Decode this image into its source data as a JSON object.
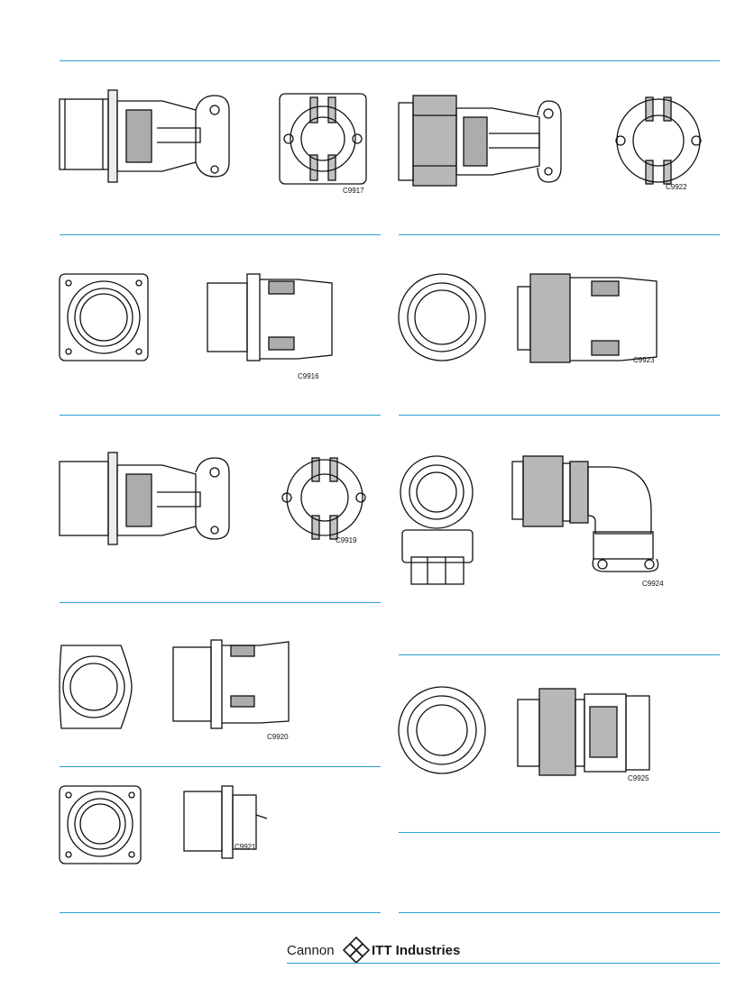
{
  "drawings": {
    "d1": {
      "code": "C9917",
      "alt": "cable clamp connector side view"
    },
    "d2": {
      "code": "C9922",
      "alt": "cable clamp plug side view"
    },
    "d3": {
      "code": "C9916",
      "alt": "square flange receptacle"
    },
    "d4": {
      "code": "C9923",
      "alt": "straight plug"
    },
    "d5": {
      "code": "C9919",
      "alt": "jam nut receptacle with clamp"
    },
    "d6": {
      "code": "C9924",
      "alt": "right angle plug"
    },
    "d7": {
      "code": "C9920",
      "alt": "wall mount receptacle"
    },
    "d8": {
      "code": "C9925",
      "alt": "in-line receptacle"
    },
    "d9": {
      "code": "C9921",
      "alt": "box mount receptacle"
    }
  },
  "footer": {
    "brand_left": "Cannon",
    "brand_right": "ITT Industries",
    "logo_icon": "itt-diamond-logo-icon"
  },
  "colors": {
    "rule": "#2a9fd0",
    "ink": "#111111"
  }
}
